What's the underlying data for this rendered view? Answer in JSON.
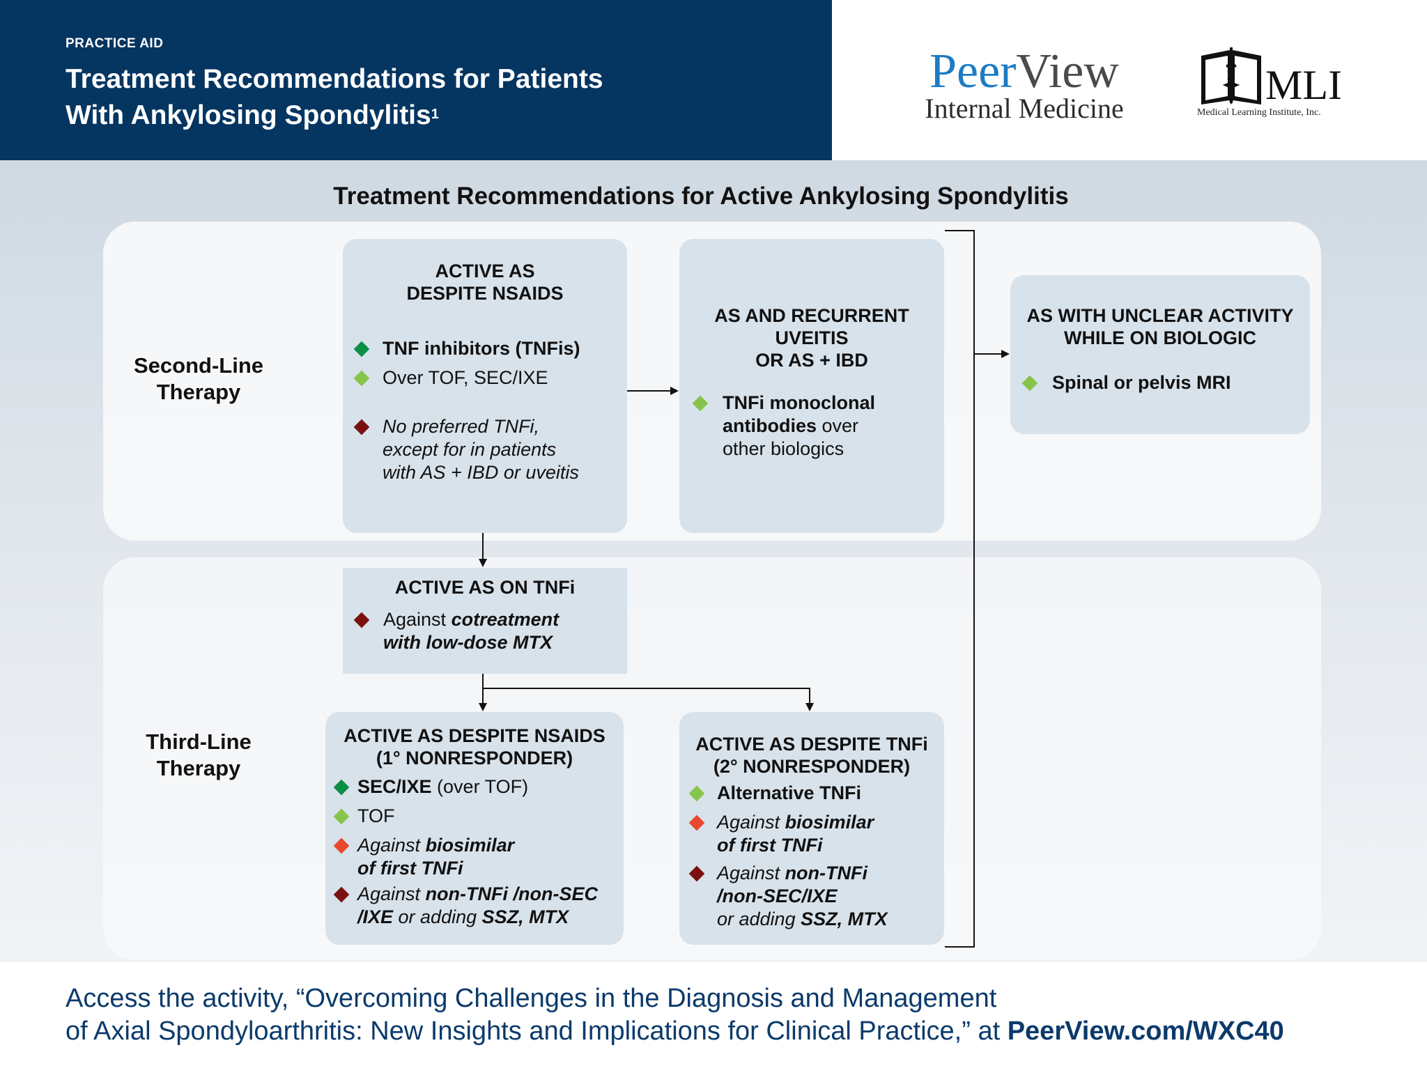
{
  "header": {
    "practice_label": "PRACTICE AID",
    "title_line1": "Treatment Recommendations for Patients",
    "title_line2": "With Ankylosing Spondylitis",
    "title_superscript": "1"
  },
  "logos": {
    "peerview_peer": "Peer",
    "peerview_view": "View",
    "peerview_sub": "Internal Medicine",
    "mli_text": "MLI",
    "mli_sub": "Medical Learning Institute, Inc."
  },
  "diagram": {
    "title": "Treatment Recommendations for Active Ankylosing Spondylitis",
    "rows": {
      "second_line_1": "Second-Line",
      "second_line_2": "Therapy",
      "third_line_1": "Third-Line",
      "third_line_2": "Therapy"
    },
    "box_nsaids": {
      "title_1": "ACTIVE AS",
      "title_2": "DESPITE NSAIDS",
      "item1": "TNF inhibitors (TNFis)",
      "item2": "Over TOF, SEC/IXE",
      "item3_1": "No preferred TNFi,",
      "item3_2": "except for in patients",
      "item3_3": "with AS + IBD or uveitis"
    },
    "box_uveitis": {
      "title_1": "AS AND RECURRENT",
      "title_2": "UVEITIS",
      "title_3": "OR AS + IBD",
      "item1_bold_1": "TNFi monoclonal",
      "item1_bold_2": "antibodies",
      "item1_rest_2": " over",
      "item1_3": "other biologics"
    },
    "box_unclear": {
      "title_1": "AS WITH UNCLEAR ACTIVITY",
      "title_2": "WHILE ON BIOLOGIC",
      "item1": "Spinal or pelvis MRI"
    },
    "box_on_tnfi": {
      "title": "ACTIVE AS ON TNFi",
      "item1_plain": "Against ",
      "item1_bold_1": "cotreatment",
      "item1_bold_2": "with low-dose MTX"
    },
    "box_primary": {
      "title_1": "ACTIVE AS DESPITE NSAIDS",
      "title_2": "(1° NONRESPONDER)",
      "item1_bold": "SEC/IXE",
      "item1_rest": " (over TOF)",
      "item2": "TOF",
      "item3_plain": "Against ",
      "item3_bold_1": "biosimilar",
      "item3_bold_2": "of first TNFi",
      "item4_plain": "Against ",
      "item4_bold_1": "non-TNFi /non-SEC",
      "item4_bold_2a": "/IXE",
      "item4_plain_2": " or adding ",
      "item4_bold_2b": "SSZ, MTX"
    },
    "box_secondary": {
      "title_1": "ACTIVE AS DESPITE TNFi",
      "title_2": "(2° NONRESPONDER)",
      "item1": "Alternative TNFi",
      "item2_plain": "Against ",
      "item2_bold_1": "biosimilar",
      "item2_bold_2": "of first TNFi",
      "item3_plain": "Against ",
      "item3_bold_1": "non-TNFi",
      "item3_bold_2": "/non-SEC/IXE",
      "item3_plain_3": "or adding ",
      "item3_bold_3": "SSZ, MTX"
    }
  },
  "footer": {
    "line1": "Access the activity, “Overcoming Challenges in the Diagnosis and Management",
    "line2": "of Axial Spondyloarthritis: New Insights and Implications for Clinical Practice,” at ",
    "link": "PeerView.com/WXC40"
  },
  "colors": {
    "header_navy": "#053561",
    "bullet_dark_green": "#0b8f47",
    "bullet_light_green": "#86c54b",
    "bullet_dark_red": "#7a1111",
    "bullet_orange": "#e8482c",
    "peerview_blue": "#1c7bc3",
    "footer_text": "#0b3a6b"
  }
}
